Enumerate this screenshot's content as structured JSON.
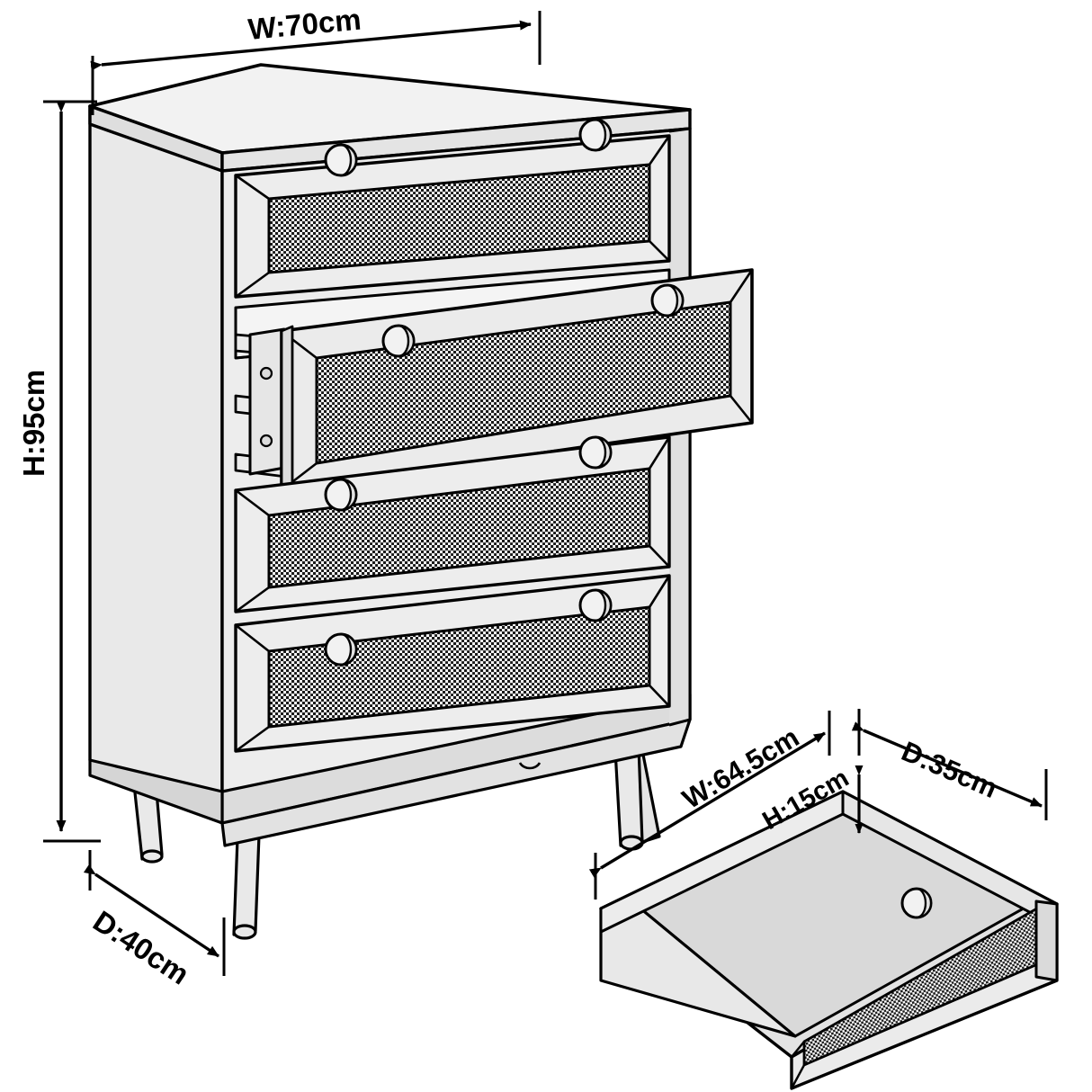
{
  "diagram": {
    "title": "Chest of drawers dimension diagram",
    "background_color": "#ffffff",
    "line_color": "#000000",
    "body_fill": "#e9e9e9",
    "panel_fill": "#efefef",
    "mesh_fill": "#ffffff",
    "shade_fill": "#d8d8d8"
  },
  "cabinet": {
    "name": "4-drawer chest",
    "drawer_count": 4,
    "knobs_per_drawer": 2,
    "open_drawer_index": 2,
    "leg_count": 4,
    "dimensions": {
      "width": {
        "label": "W:70cm",
        "value": 70,
        "unit": "cm"
      },
      "height": {
        "label": "H:95cm",
        "value": 95,
        "unit": "cm"
      },
      "depth": {
        "label": "D:40cm",
        "value": 40,
        "unit": "cm"
      }
    }
  },
  "drawer_detail": {
    "name": "single drawer box",
    "knobs": 1,
    "dimensions": {
      "width": {
        "label": "W:64.5cm",
        "value": 64.5,
        "unit": "cm"
      },
      "depth": {
        "label": "D:35cm",
        "value": 35,
        "unit": "cm"
      },
      "height": {
        "label": "H:15cm",
        "value": 15,
        "unit": "cm"
      }
    }
  },
  "labels": {
    "cabinet_width": "W:70cm",
    "cabinet_height": "H:95cm",
    "cabinet_depth": "D:40cm",
    "drawer_width": "W:64.5cm",
    "drawer_depth": "D:35cm",
    "drawer_height": "H:15cm"
  }
}
